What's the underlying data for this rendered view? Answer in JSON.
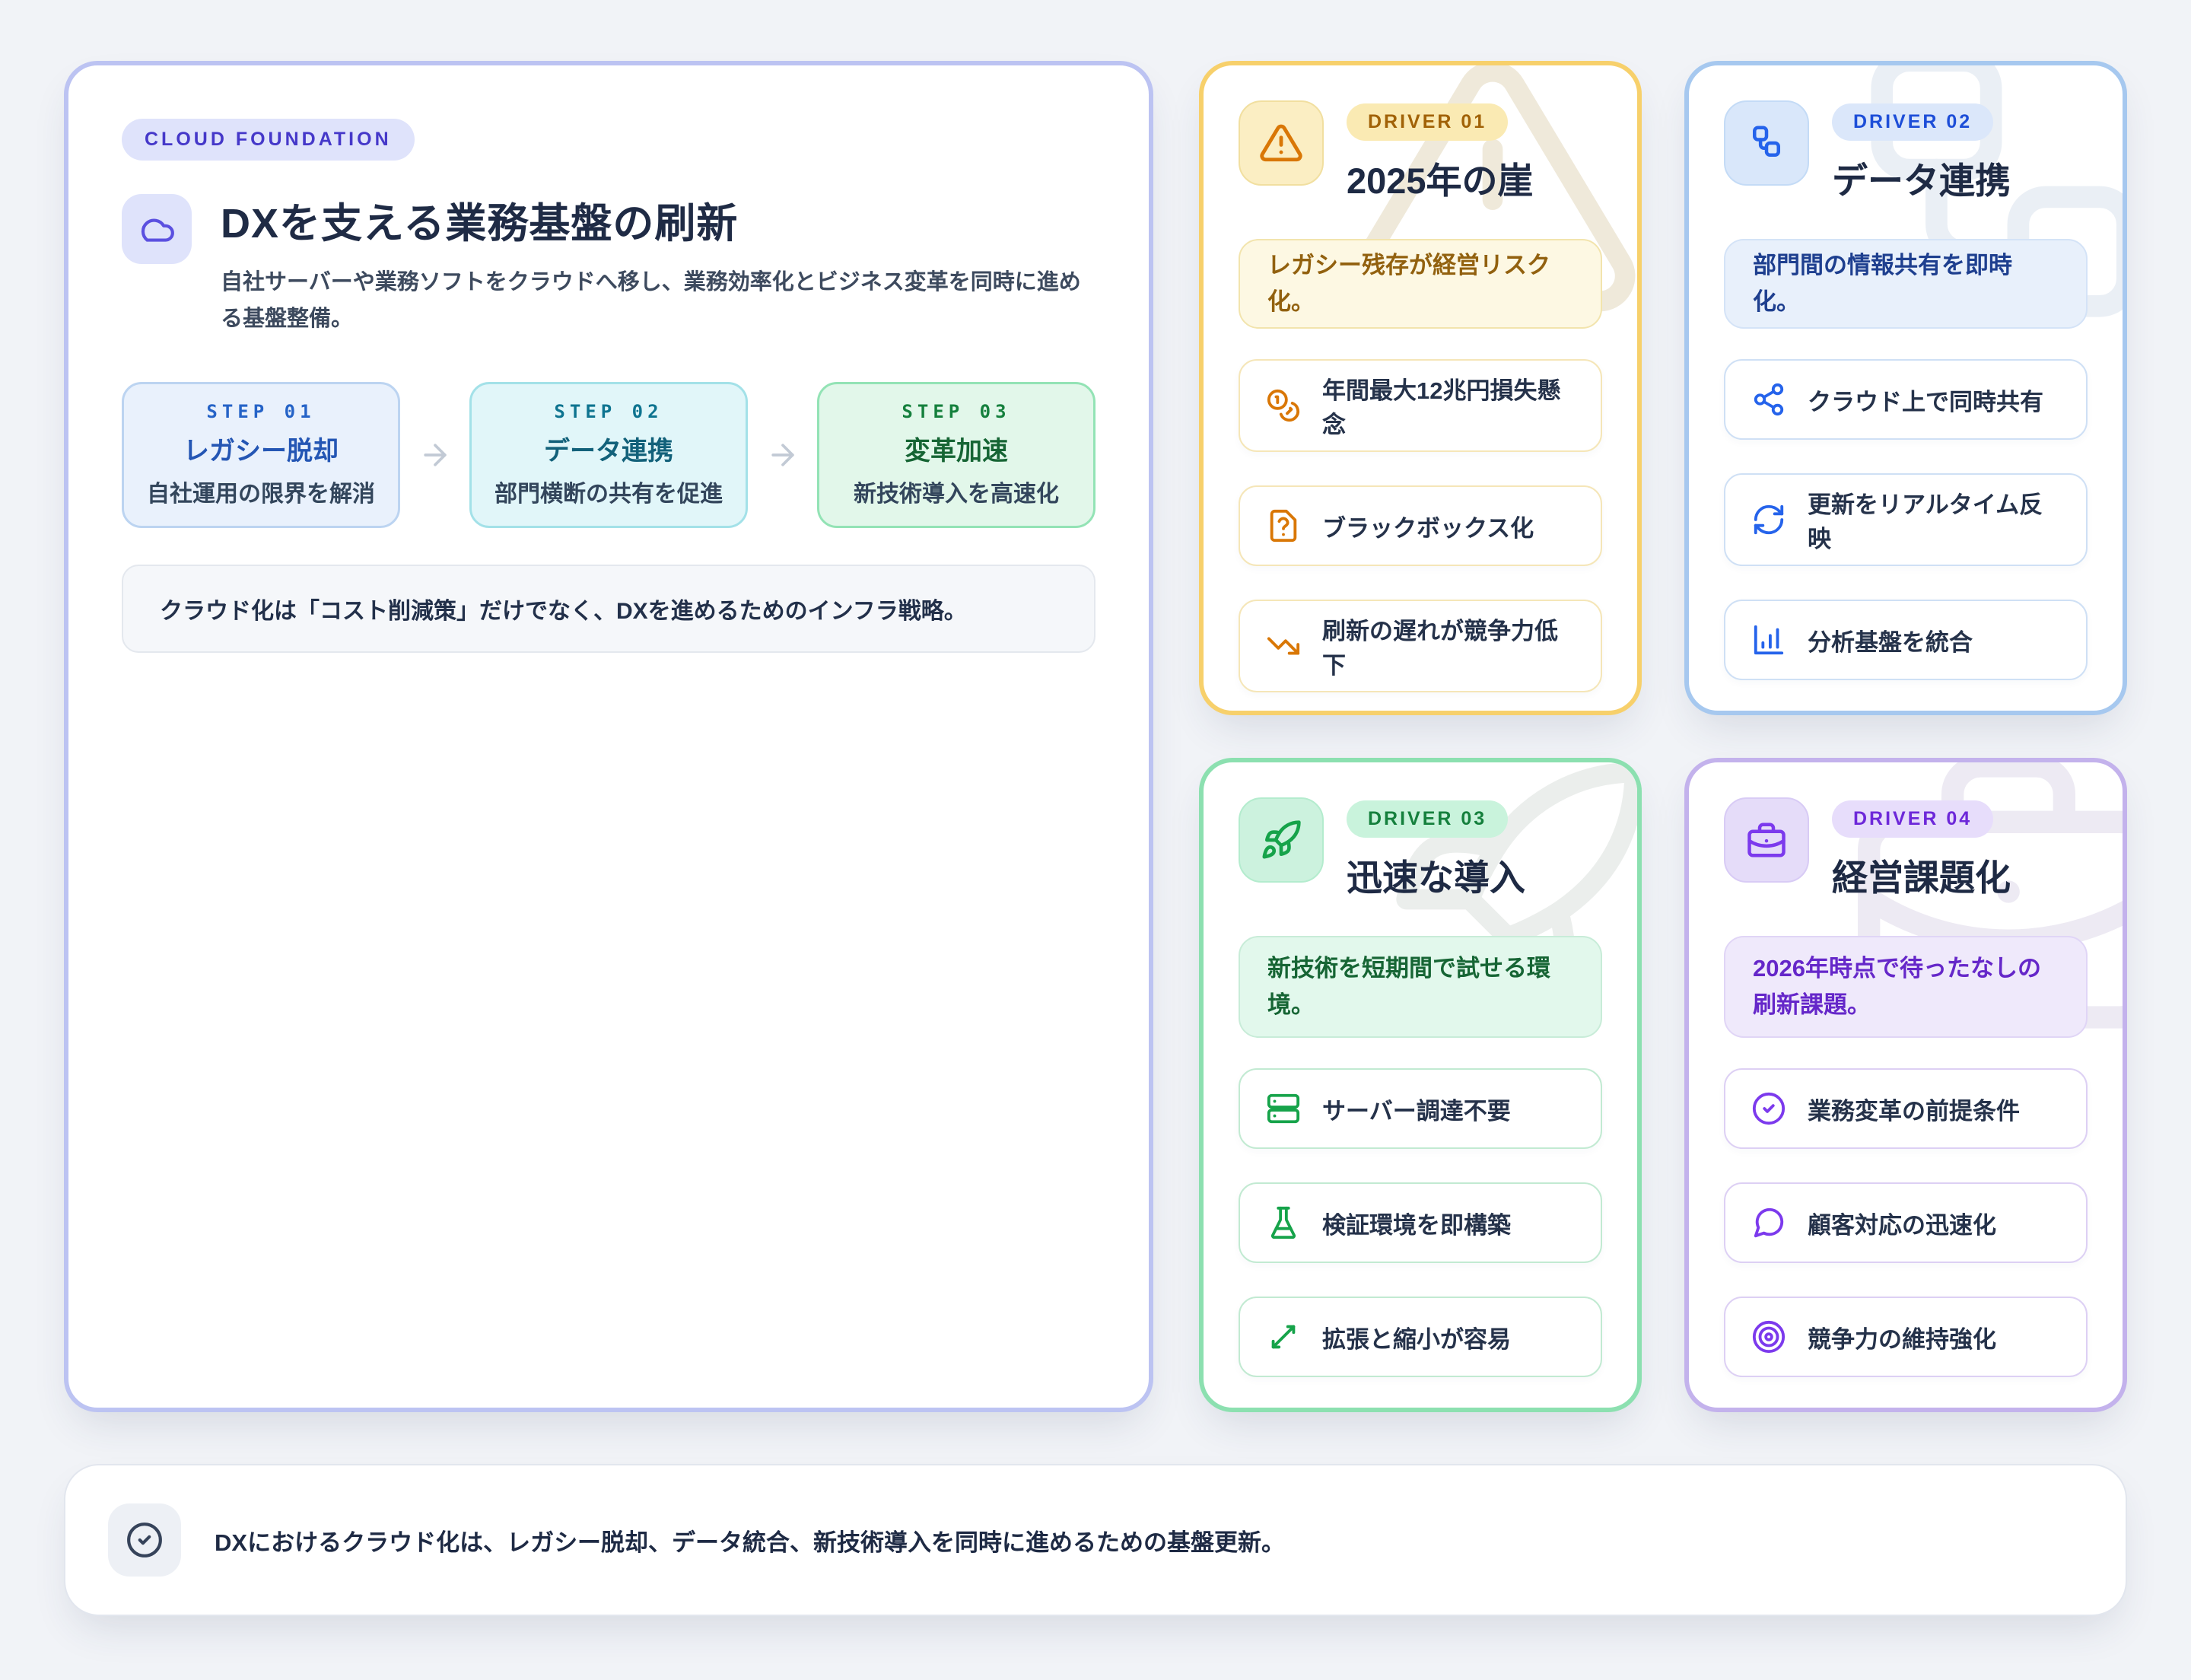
{
  "main_card": {
    "badge": "CLOUD FOUNDATION",
    "title": "DXを支える業務基盤の刷新",
    "subtitle": "自社サーバーや業務ソフトをクラウドへ移し、業務効率化とビジネス変革を同時に進める基盤整備。",
    "header_icon": "cloud-icon",
    "steps": [
      {
        "label": "STEP 01",
        "title": "レガシー脱却",
        "desc": "自社運用の限界を解消",
        "theme_color": "#2563c7"
      },
      {
        "label": "STEP 02",
        "title": "データ連携",
        "desc": "部門横断の共有を促進",
        "theme_color": "#0e7490"
      },
      {
        "label": "STEP 03",
        "title": "変革加速",
        "desc": "新技術導入を高速化",
        "theme_color": "#15803d"
      }
    ],
    "note": "クラウド化は「コスト削減策」だけでなく、DXを進めるためのインフラ戦略。"
  },
  "drivers": [
    {
      "badge": "DRIVER 01",
      "title": "2025年の崖",
      "header_icon": "alert-triangle-icon",
      "watermark_icon": "alert-triangle-icon",
      "accent_color": "#d97706",
      "highlight": "レガシー残存が経営リスク化。",
      "items": [
        {
          "label": "年間最大12兆円損失懸念",
          "icon": "coins-icon"
        },
        {
          "label": "ブラックボックス化",
          "icon": "file-question-icon"
        },
        {
          "label": "刷新の遅れが競争力低下",
          "icon": "trending-down-icon"
        }
      ]
    },
    {
      "badge": "DRIVER 02",
      "title": "データ連携",
      "header_icon": "workflow-icon",
      "watermark_icon": "workflow-icon",
      "accent_color": "#2563eb",
      "highlight": "部門間の情報共有を即時化。",
      "items": [
        {
          "label": "クラウド上で同時共有",
          "icon": "share-icon"
        },
        {
          "label": "更新をリアルタイム反映",
          "icon": "refresh-icon"
        },
        {
          "label": "分析基盤を統合",
          "icon": "bar-chart-icon"
        }
      ]
    },
    {
      "badge": "DRIVER 03",
      "title": "迅速な導入",
      "header_icon": "rocket-icon",
      "watermark_icon": "rocket-icon",
      "accent_color": "#16a34a",
      "highlight": "新技術を短期間で試せる環境。",
      "items": [
        {
          "label": "サーバー調達不要",
          "icon": "server-icon"
        },
        {
          "label": "検証環境を即構築",
          "icon": "flask-icon"
        },
        {
          "label": "拡張と縮小が容易",
          "icon": "expand-diagonal-icon"
        }
      ]
    },
    {
      "badge": "DRIVER 04",
      "title": "経営課題化",
      "header_icon": "briefcase-icon",
      "watermark_icon": "briefcase-icon",
      "accent_color": "#7c3aed",
      "highlight": "2026年時点で待ったなしの刷新課題。",
      "items": [
        {
          "label": "業務変革の前提条件",
          "icon": "check-circle-icon"
        },
        {
          "label": "顧客対応の迅速化",
          "icon": "chat-bubble-icon"
        },
        {
          "label": "競争力の維持強化",
          "icon": "target-icon"
        }
      ]
    }
  ],
  "footer": {
    "icon": "check-circle-icon",
    "text": "DXにおけるクラウド化は、レガシー脱却、データ統合、新技術導入を同時に進めるための基盤更新。"
  },
  "colors": {
    "page_bg": "#f1f3f7",
    "card_bg": "#ffffff",
    "main_card_border": "#bcc3f2",
    "brand_indigo": "#4538c9",
    "heading_navy": "#1f2b45",
    "body_slate": "#3d4a5e",
    "amber_border": "#f7d06b",
    "blue_border": "#a6c8ef",
    "green_border": "#8ce0b0",
    "purple_border": "#c3b2ec"
  }
}
